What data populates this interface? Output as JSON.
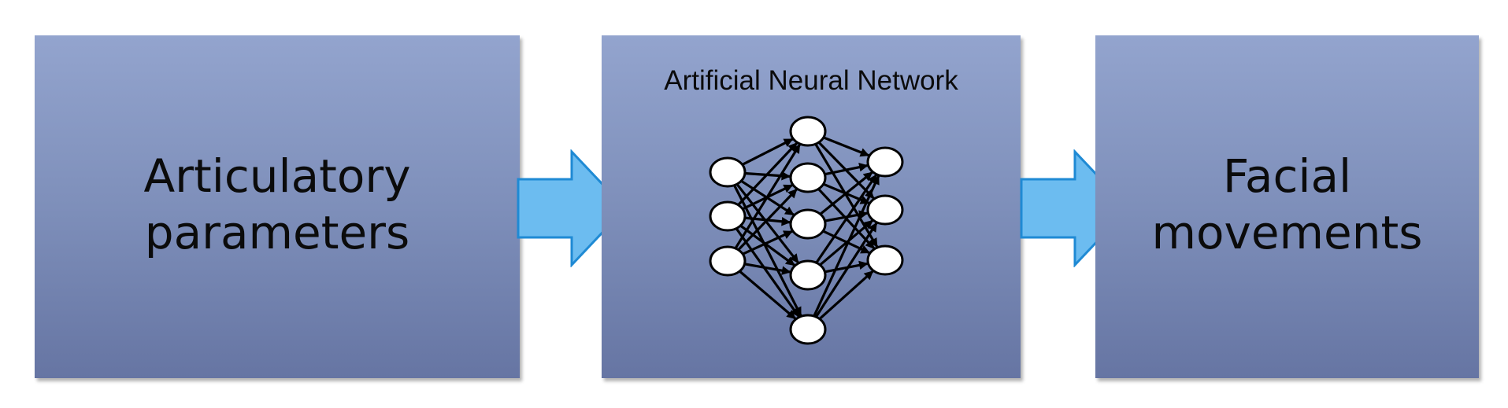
{
  "diagram": {
    "input_box": {
      "lines": [
        "Articulatory",
        "parameters"
      ]
    },
    "ann_box": {
      "title": "Artificial Neural Network"
    },
    "output_box": {
      "lines": [
        "Facial",
        "movements"
      ]
    }
  },
  "colors": {
    "box_top": "#93a4ce",
    "box_bottom": "#6675a3",
    "arrow_fill": "#6cbcf0",
    "arrow_stroke": "#1f8ad4",
    "node_fill": "#ffffff",
    "edge": "#000000"
  }
}
